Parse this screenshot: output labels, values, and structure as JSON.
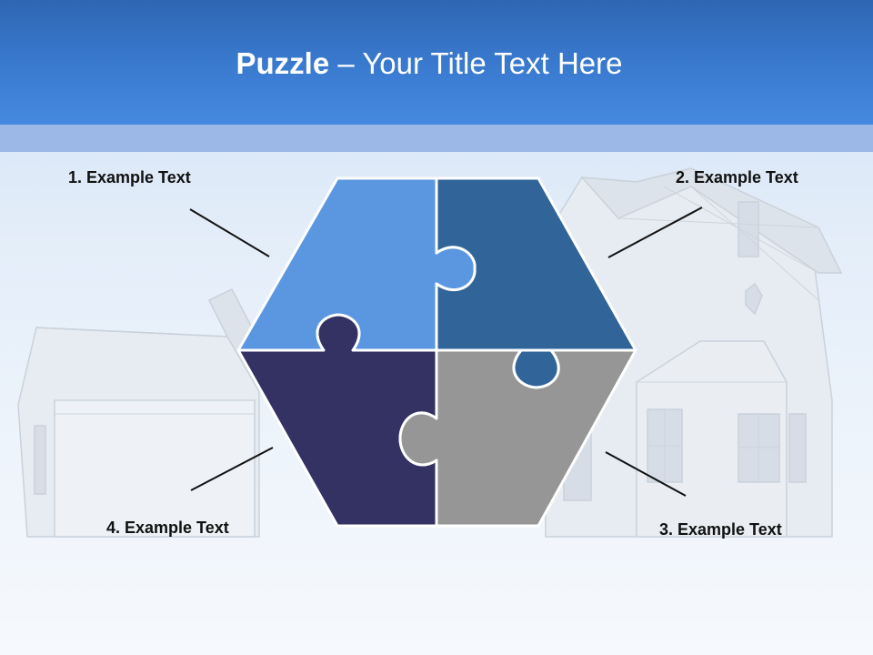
{
  "slide": {
    "title_bold": "Puzzle",
    "title_rest": " – Your Title Text Here"
  },
  "labels": {
    "item1": "1. Example Text",
    "item2": "2. Example Text",
    "item3": "3. Example Text",
    "item4": "4. Example Text"
  },
  "colors": {
    "header": "#3a7bd0",
    "header_band": "#9bb8e6",
    "piece_top_left": "#5b97e0",
    "piece_top_right": "#316599",
    "piece_bottom_left": "#343163",
    "piece_bottom_right": "#969696"
  }
}
